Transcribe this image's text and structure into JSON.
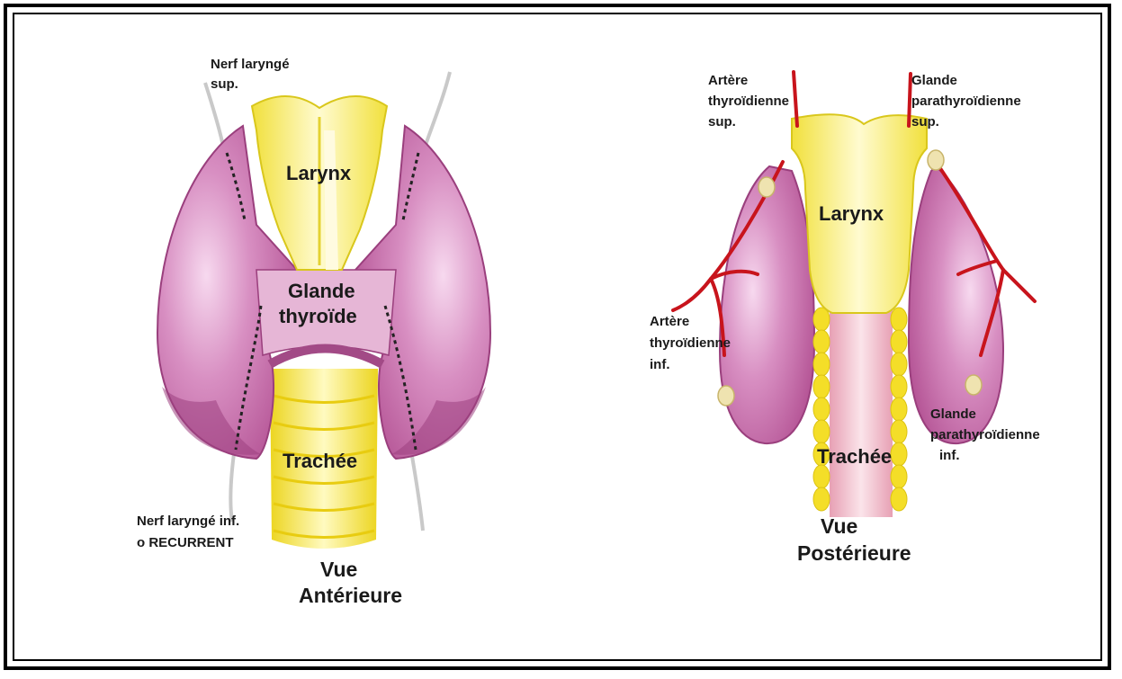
{
  "anterior": {
    "label_nerf_sup_1": "Nerf  laryngé",
    "label_nerf_sup_2": "sup.",
    "label_larynx": "Larynx",
    "label_glande_1": "Glande",
    "label_glande_2": "thyroïde",
    "label_trachee": "Trachée",
    "label_nerf_inf_1": "Nerf  laryngé     inf.",
    "label_nerf_inf_2": "o   RECURRENT",
    "label_view_1": "Vue",
    "label_view_2": "Antérieure"
  },
  "posterior": {
    "label_artere_sup_1": "Artère",
    "label_artere_sup_2": "thyroïdienne",
    "label_artere_sup_3": "sup.",
    "label_para_sup_1": "Glande",
    "label_para_sup_2": "parathyroïdienne",
    "label_para_sup_3": "sup.",
    "label_larynx": "Larynx",
    "label_artere_inf_1": "Artère",
    "label_artere_inf_2": "thyroïdienne",
    "label_artere_inf_3": "inf.",
    "label_para_inf_1": "Glande",
    "label_para_inf_2": "parathyroïdienne",
    "label_para_inf_3": "inf.",
    "label_trachee": "Trachée",
    "label_view_1": "Vue",
    "label_view_2": "Postérieure"
  },
  "colors": {
    "thyroid": "#c56aa6",
    "thyroid_dark": "#a24a86",
    "larynx": "#f6ea55",
    "trachea": "#f5e13a",
    "artery": "#c8141c",
    "nerve": "#c8c8c8"
  }
}
